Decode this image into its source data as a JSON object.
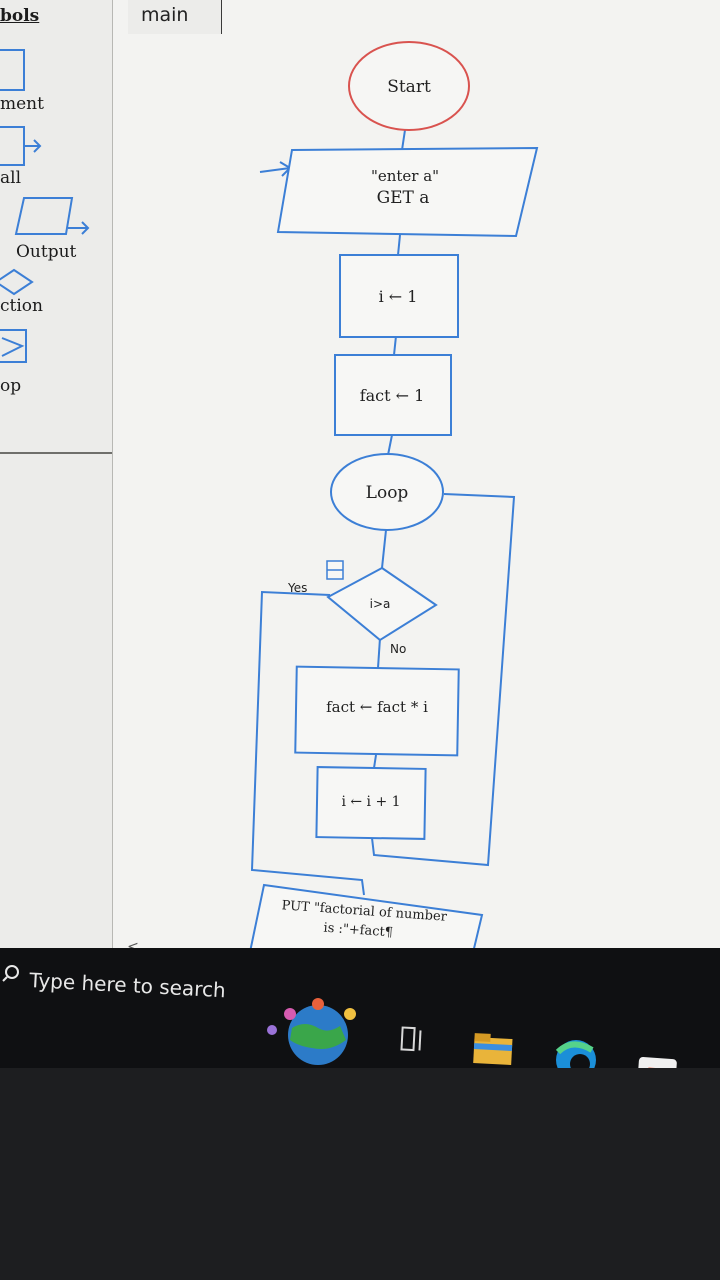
{
  "editor": {
    "tab_label": "main",
    "scroll_glyph": "<"
  },
  "symbols_panel": {
    "header": "bols",
    "items": [
      "ment",
      "all",
      "Output",
      "ction",
      "op"
    ]
  },
  "flowchart": {
    "start": "Start",
    "input_prompt": "\"enter a\"",
    "input_get": "GET a",
    "assign_i": "i ← 1",
    "assign_fact": "fact ← 1",
    "loop": "Loop",
    "condition": "i>a",
    "yes_label": "Yes",
    "no_label": "No",
    "assign_fact_mult": "fact ← fact * i",
    "increment_i": "i ← i + 1",
    "output_line1": "PUT \"factorial of number",
    "output_line2": "is :\"+fact¶"
  },
  "taskbar": {
    "search_placeholder": "Type here to search"
  },
  "colors": {
    "flow_blue": "#3c7fd6",
    "start_red": "#d9534f"
  },
  "icons": [
    "search-icon",
    "weather-widget-icon",
    "task-view-icon",
    "file-explorer-icon",
    "edge-icon",
    "store-icon"
  ]
}
